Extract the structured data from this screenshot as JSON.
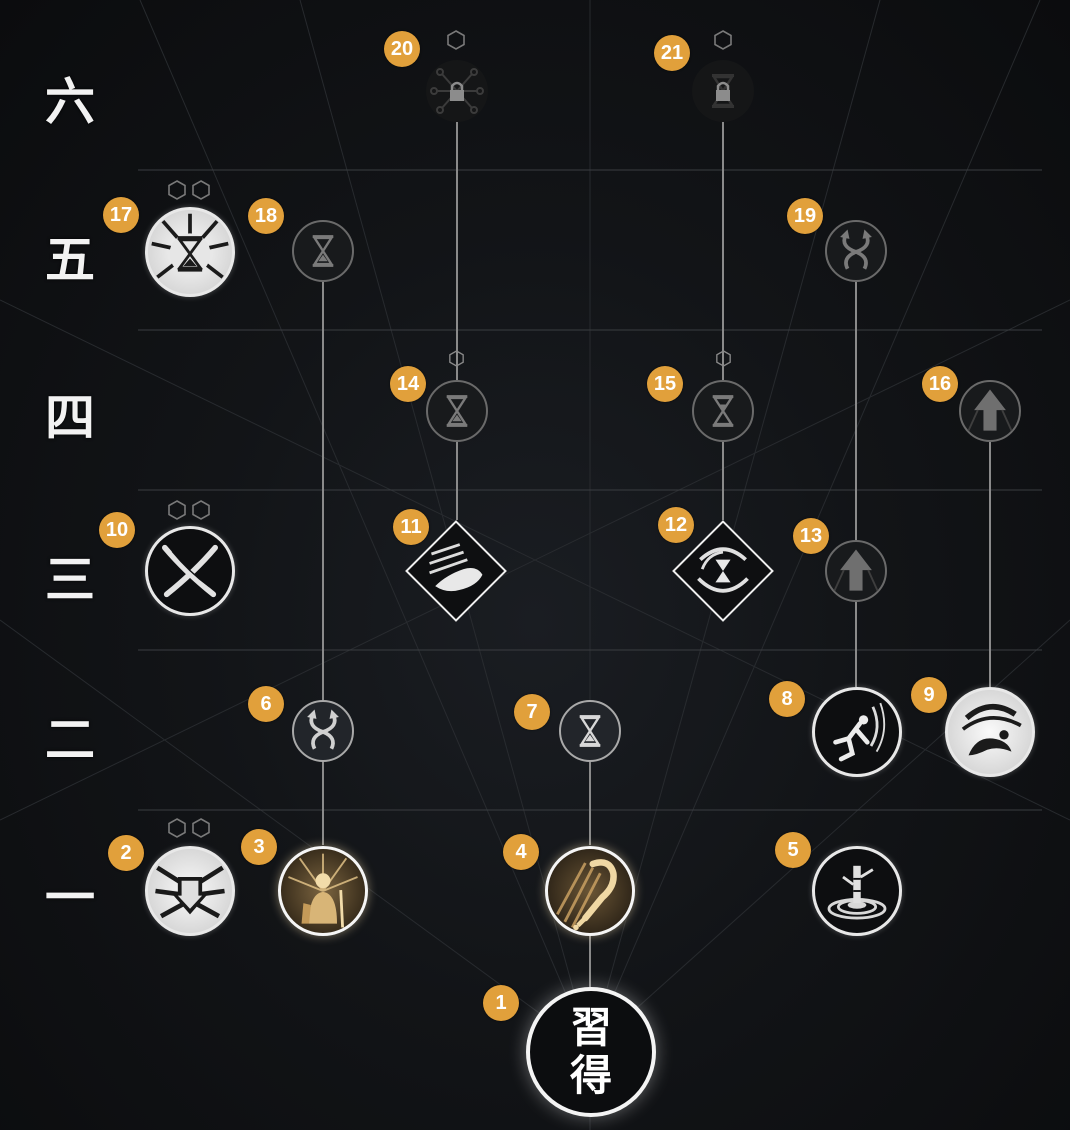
{
  "tiers": [
    "一",
    "二",
    "三",
    "四",
    "五",
    "六"
  ],
  "root": {
    "label_line1": "習",
    "label_line2": "得",
    "badge": "1"
  },
  "badges": [
    "1",
    "2",
    "3",
    "4",
    "5",
    "6",
    "7",
    "8",
    "9",
    "10",
    "11",
    "12",
    "13",
    "14",
    "15",
    "16",
    "17",
    "18",
    "19",
    "20",
    "21"
  ],
  "colors": {
    "badge": "#e1a03b",
    "background": "#121417",
    "connector": "#8a8a8a",
    "node_border": "#e8e8e8"
  },
  "nodes": [
    {
      "id": 2,
      "icon": "radiating-arrow-down-icon"
    },
    {
      "id": 3,
      "icon": "meditating-figure-gold-icon"
    },
    {
      "id": 4,
      "icon": "sword-hilt-gold-icon"
    },
    {
      "id": 5,
      "icon": "bamboo-ripple-icon"
    },
    {
      "id": 6,
      "icon": "twisting-arrows-icon"
    },
    {
      "id": 7,
      "icon": "hourglass-icon"
    },
    {
      "id": 8,
      "icon": "acrobat-leap-icon"
    },
    {
      "id": 9,
      "icon": "crouching-swirl-icon"
    },
    {
      "id": 10,
      "icon": "crossed-blades-icon"
    },
    {
      "id": 11,
      "icon": "dash-foot-icon"
    },
    {
      "id": 12,
      "icon": "swirling-hourglass-icon"
    },
    {
      "id": 13,
      "icon": "up-arrow-icon"
    },
    {
      "id": 14,
      "icon": "hourglass-icon"
    },
    {
      "id": 15,
      "icon": "hourglass-icon"
    },
    {
      "id": 16,
      "icon": "up-arrow-icon"
    },
    {
      "id": 17,
      "icon": "radiant-hourglass-icon"
    },
    {
      "id": 18,
      "icon": "hourglass-icon"
    },
    {
      "id": 19,
      "icon": "twisting-arrows-icon"
    },
    {
      "id": 20,
      "icon": "locked-network-icon"
    },
    {
      "id": 21,
      "icon": "locked-hourglass-icon"
    }
  ]
}
